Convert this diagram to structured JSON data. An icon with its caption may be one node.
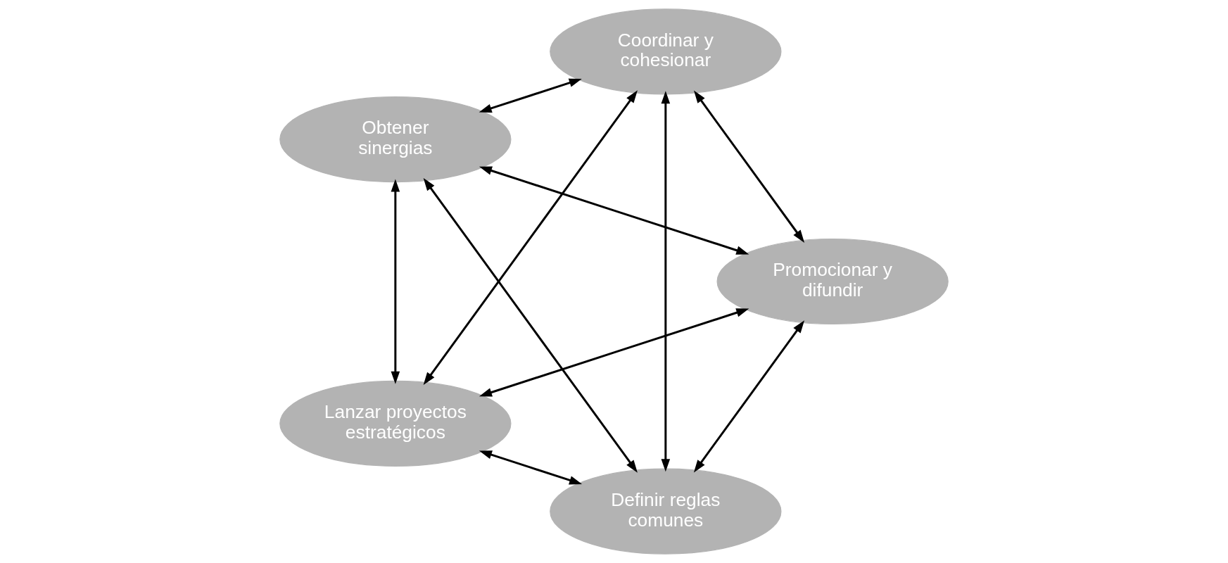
{
  "diagram": {
    "nodes": [
      {
        "text": [
          "Definir reglas comunes"
        ]
      },
      {
        "text": [
          "Promocionar y difundir"
        ]
      },
      {
        "text": [
          "Obtener sinergias"
        ]
      },
      {
        "text": [
          "Coordinar y cohesionar"
        ]
      },
      {
        "text": [
          "Lanzar proyectos estratégicos"
        ]
      }
    ],
    "edges": [
      {
        "from": 0,
        "to": 1,
        "arrow": "both"
      },
      {
        "from": 0,
        "to": 2,
        "arrow": "both"
      },
      {
        "from": 0,
        "to": 3,
        "arrow": "both"
      },
      {
        "from": 0,
        "to": 4,
        "arrow": "both"
      },
      {
        "from": 1,
        "to": 2,
        "arrow": "both"
      },
      {
        "from": 1,
        "to": 3,
        "arrow": "both"
      },
      {
        "from": 1,
        "to": 4,
        "arrow": "both"
      },
      {
        "from": 2,
        "to": 3,
        "arrow": "both"
      },
      {
        "from": 2,
        "to": 4,
        "arrow": "both"
      },
      {
        "from": 3,
        "to": 4,
        "arrow": "both"
      }
    ]
  }
}
